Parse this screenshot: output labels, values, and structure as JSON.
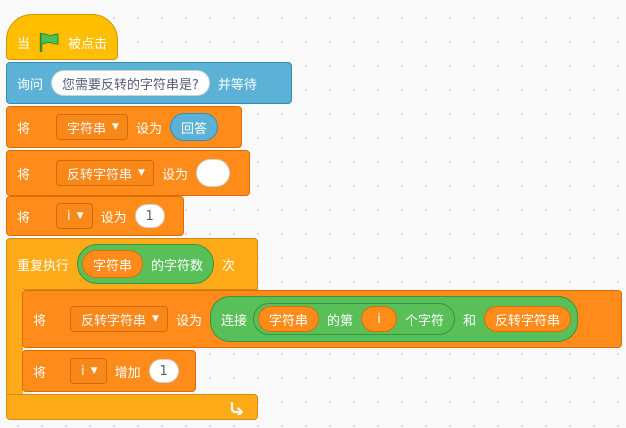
{
  "blocks": {
    "when_flag": {
      "prefix": "当",
      "suffix": "被点击"
    },
    "ask": {
      "label": "询问",
      "question": "您需要反转的字符串是?",
      "suffix": "并等待"
    },
    "set1": {
      "label": "将",
      "var": "字符串",
      "to": "设为",
      "value": "回答"
    },
    "set2": {
      "label": "将",
      "var": "反转字符串",
      "to": "设为",
      "value": ""
    },
    "set3": {
      "label": "将",
      "var": "i",
      "to": "设为",
      "value": "1"
    },
    "repeat": {
      "label": "重复执行",
      "var": "字符串",
      "of": "的字符数",
      "times": "次"
    },
    "set4": {
      "label": "将",
      "var": "反转字符串",
      "to": "设为",
      "join": "连接",
      "str": "字符串",
      "letter_pre": "的第",
      "idx": "i",
      "letter_post": "个字符",
      "and": "和",
      "var2": "反转字符串"
    },
    "change": {
      "label": "将",
      "var": "i",
      "by": "增加",
      "value": "1"
    }
  },
  "colors": {
    "events": "#FFBF00",
    "sensing": "#5CB1D6",
    "variables": "#FF8C1A",
    "control": "#FFAB19",
    "operators": "#59C059"
  },
  "icons": {
    "flag": "green-flag-icon",
    "loop": "loop-arrow-icon",
    "dropdown": "caret-down-icon"
  }
}
